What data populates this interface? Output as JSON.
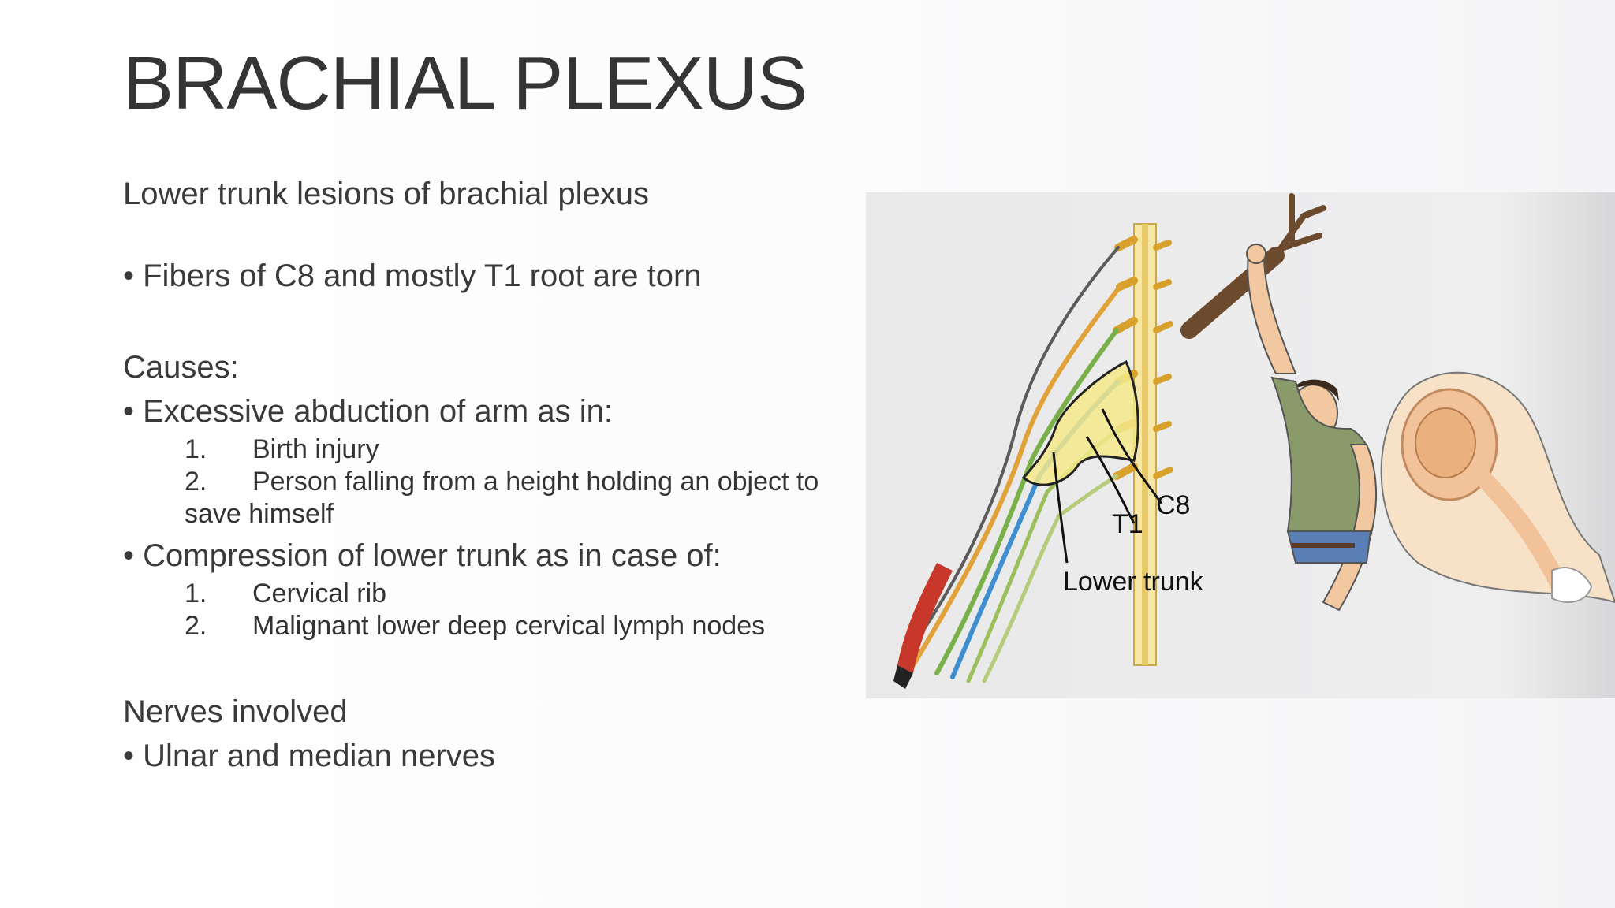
{
  "slide": {
    "title": "BRACHIAL PLEXUS",
    "subtitle": "Lower trunk lesions of brachial plexus",
    "bullet_fibers": "• Fibers of C8 and mostly T1 root are torn",
    "causes_heading": "Causes:",
    "cause1": "• Excessive abduction of arm as in:",
    "cause1_items": [
      {
        "num": "1.",
        "text": "Birth injury"
      },
      {
        "num": "2.",
        "text": "Person falling from a height holding an object to",
        "cont": "save himself"
      }
    ],
    "cause2": "• Compression of lower trunk as in case of:",
    "cause2_items": [
      {
        "num": "1.",
        "text": "Cervical rib"
      },
      {
        "num": "2.",
        "text": "Malignant lower deep cervical lymph nodes"
      }
    ],
    "nerves_heading": "Nerves involved",
    "nerves_bullet": "• Ulnar and median nerves"
  },
  "figure": {
    "labels": {
      "c8": "C8",
      "t1": "T1",
      "lower_trunk": "Lower trunk"
    }
  }
}
